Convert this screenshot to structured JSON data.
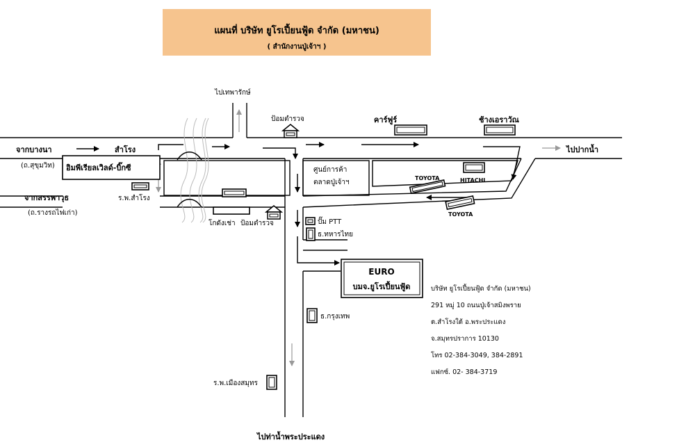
{
  "title": {
    "main": "แผนที่ บริษัท ยูโรเปี้ยนฟู้ด จำกัด (มหาชน)",
    "sub": "( สำนักงานปู่เจ้าฯ )"
  },
  "labels": {
    "to_thepharak": "ไปเทพารักษ์",
    "police_box_top": "ป้อมตำรวจ",
    "carrefour": "คาร์ฟูร์",
    "chang_erawan": "ช้างเอราวัณ",
    "from_bangna": "จากบางนา",
    "sumrong": "สำโรง",
    "to_paknam": "ไปปากน้ำ",
    "sukhumvit": "(ถ.สุขุมวิท)",
    "imperial": "อิมพีเรียลเวิลด์-บิ๊กซี",
    "shopping_center": "ศูนย์การค้า",
    "market": "ตลาดปู่เจ้าฯ",
    "toyota_1": "TOYOTA",
    "hitachi": "HITACHI",
    "from_sanphawut": "จากสรรพาวุธ",
    "samrong_hospital": "ร.พ.สำโรง",
    "railway_road": "(ถ.รางรถไฟเก่า)",
    "toyota_2": "TOYOTA",
    "godown": "โกดังเช่า",
    "police_box_bottom": "ป้อมตำรวจ",
    "ptt": "ปั๊ม PTT",
    "thai_military_bank": "ธ.ทหารไทย",
    "euro_brand": "EURO",
    "euro_company": "บมจ.ยูโรเปี้ยนฟู้ด",
    "bangkok_bank": "ธ.กรุงเทพ",
    "mueang_samut_hospital": "ร.พ.เมืองสมุทร",
    "to_tha_nam": "ไปท่าน้ำพระประแดง"
  },
  "address": {
    "line1": "บริษัท ยูโรเปี้ยนฟู้ด จำกัด (มหาชน)",
    "line2": "291  หมู่ 10  ถนนปู่เจ้าสมิงพราย",
    "line3": "ต.สำโรงใต้  อ.พระประแดง",
    "line4": "จ.สมุทรปราการ  10130",
    "line5": "โทร 02-384-3049, 384-2891",
    "line6": "แฟกซ์. 02- 384-3719"
  },
  "colors": {
    "title_background": "#f6c48e"
  }
}
